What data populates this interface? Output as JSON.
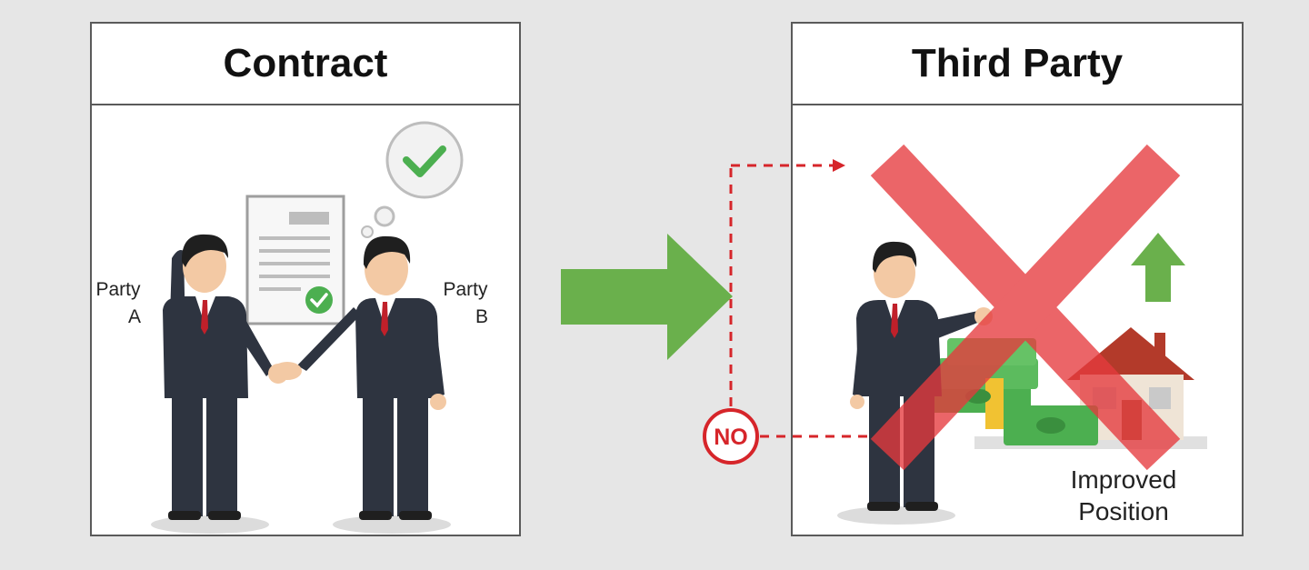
{
  "contract_panel": {
    "title": "Contract",
    "party_a": {
      "line1": "Party",
      "line2": "A"
    },
    "party_b": {
      "line1": "Party",
      "line2": "B"
    }
  },
  "third_party_panel": {
    "title": "Third Party",
    "benefit_label": {
      "line1": "Improved",
      "line2": "Position"
    }
  },
  "connector": {
    "no_label": "NO"
  },
  "colors": {
    "arrow_green": "#6ab04c",
    "cross_red": "#e63a3e",
    "no_red": "#d6252a",
    "suit": "#2e3440",
    "tie": "#c0202a",
    "money_green": "#4caf50"
  },
  "icons": [
    "checkmark-bubble-icon",
    "document-icon",
    "green-arrow-icon",
    "red-x-icon",
    "house-icon",
    "up-arrow-icon",
    "money-stack-icon"
  ]
}
